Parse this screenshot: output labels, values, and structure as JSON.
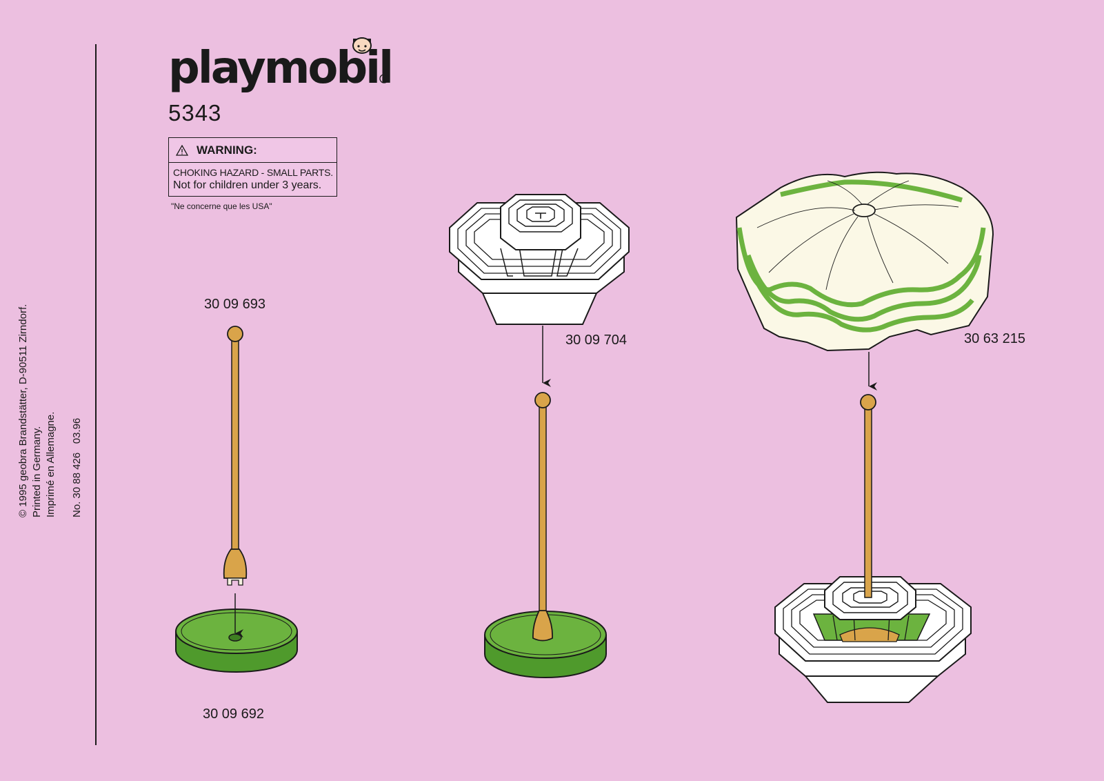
{
  "brand": {
    "logo_text": "playmobil",
    "product_number": "5343"
  },
  "warning": {
    "icon": "warning-triangle-icon",
    "title": "WARNING:",
    "line1": "CHOKING HAZARD - SMALL PARTS.",
    "line2": "Not for children under 3 years."
  },
  "usa_note": "\"Ne concerne que les USA\"",
  "copyright": {
    "line1": "© 1995 geobra Brandstätter, D-90511 Zirndorf.",
    "line2": "Printed in Germany.",
    "line3": "Imprimé en Allemagne.",
    "doc_number": "No. 30 88 426   03.96"
  },
  "parts": {
    "pole": "30 09 693",
    "base": "30 09 692",
    "stand": "30 09 704",
    "umbrella": "30 63 215"
  },
  "colors": {
    "background": "#ecbfe0",
    "green": "#6cb33f",
    "pole": "#d9a44a",
    "cream": "#fbf8e6"
  }
}
